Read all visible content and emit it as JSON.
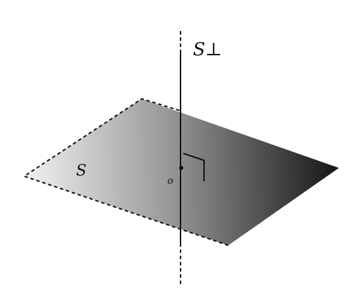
{
  "diagram": {
    "subspace_label": "S",
    "complement_label": "S⊥",
    "origin_label": "o"
  },
  "colors": {
    "plane_light": "#f2f2f2",
    "plane_mid": "#9a9a9a",
    "plane_dark": "#151515",
    "line": "#111111",
    "background": "#ffffff"
  }
}
